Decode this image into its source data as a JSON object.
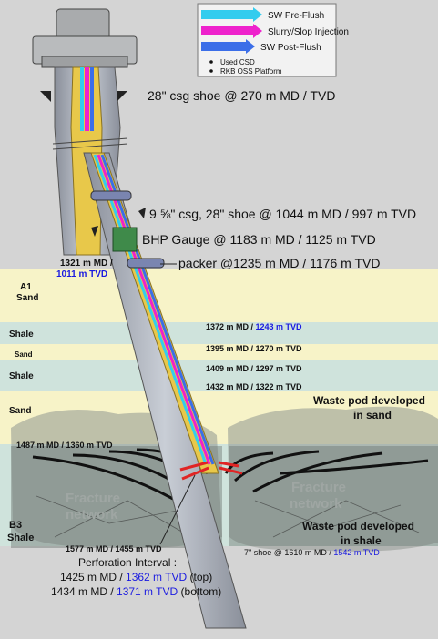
{
  "legend": {
    "items": [
      {
        "label": "SW Pre-Flush",
        "color": "#33ccee"
      },
      {
        "label": "Slurry/Slop Injection",
        "color": "#ee22cc"
      },
      {
        "label": "SW  Post-Flush",
        "color": "#3b6ee8"
      }
    ],
    "bullets": [
      "Used CSD",
      "RKB OSS Platform"
    ]
  },
  "annotations": {
    "shoe28": "28\" csg shoe @ 270 m MD / TVD",
    "csg958": "9 ⅝\" csg, 28\" shoe @ 1044 m MD / 997 m TVD",
    "bhp": "BHP Gauge @ 1183 m MD / 1125 m TVD",
    "packer": "packer @1235 m MD / 1176 m TVD",
    "d1321_md": "1321 m MD /",
    "d1321_tvd": "1011 m TVD",
    "d1372_md": "1372 m MD / ",
    "d1372_tvd": "1243 m TVD",
    "d1395": "1395 m MD / 1270 m TVD",
    "d1409": "1409 m MD / 1297 m TVD",
    "d1432": "1432 m MD / 1322 m TVD",
    "d1487": "1487 m MD / 1360 m TVD",
    "d1577": "1577 m MD / 1455 m TVD",
    "shoe7_md": "7\" shoe @ 1610 m MD / ",
    "shoe7_tvd": "1542 m TVD",
    "waste_sand_1": "Waste pod developed",
    "waste_sand_2": "in sand",
    "waste_shale_1": "Waste pod developed",
    "waste_shale_2": "in shale",
    "frac_left_1": "Fracture",
    "frac_left_2": "network",
    "frac_right_1": "Fracture",
    "frac_right_2": "network",
    "perf_title": "Perforation Interval :",
    "perf_top_md": "1425 m MD / ",
    "perf_top_tvd": "1362 m TVD",
    "perf_top_tag": " (top)",
    "perf_bot_md": "1434 m MD / ",
    "perf_bot_tvd": "1371 m TVD",
    "perf_bot_tag": " (bottom)"
  },
  "layers": {
    "a1_1": "A1",
    "a1_2": "Sand",
    "shale1": "Shale",
    "sand2": "Sand",
    "shale2": "Shale",
    "sand3": "Sand",
    "b3_1": "B3",
    "b3_2": "Shale"
  },
  "colors": {
    "sand": "#f7f3c8",
    "shale": "#cfe3dc",
    "casing": "#e8c84a",
    "tubing": "#9aa6b8",
    "gauge": "#3f8a4a"
  }
}
